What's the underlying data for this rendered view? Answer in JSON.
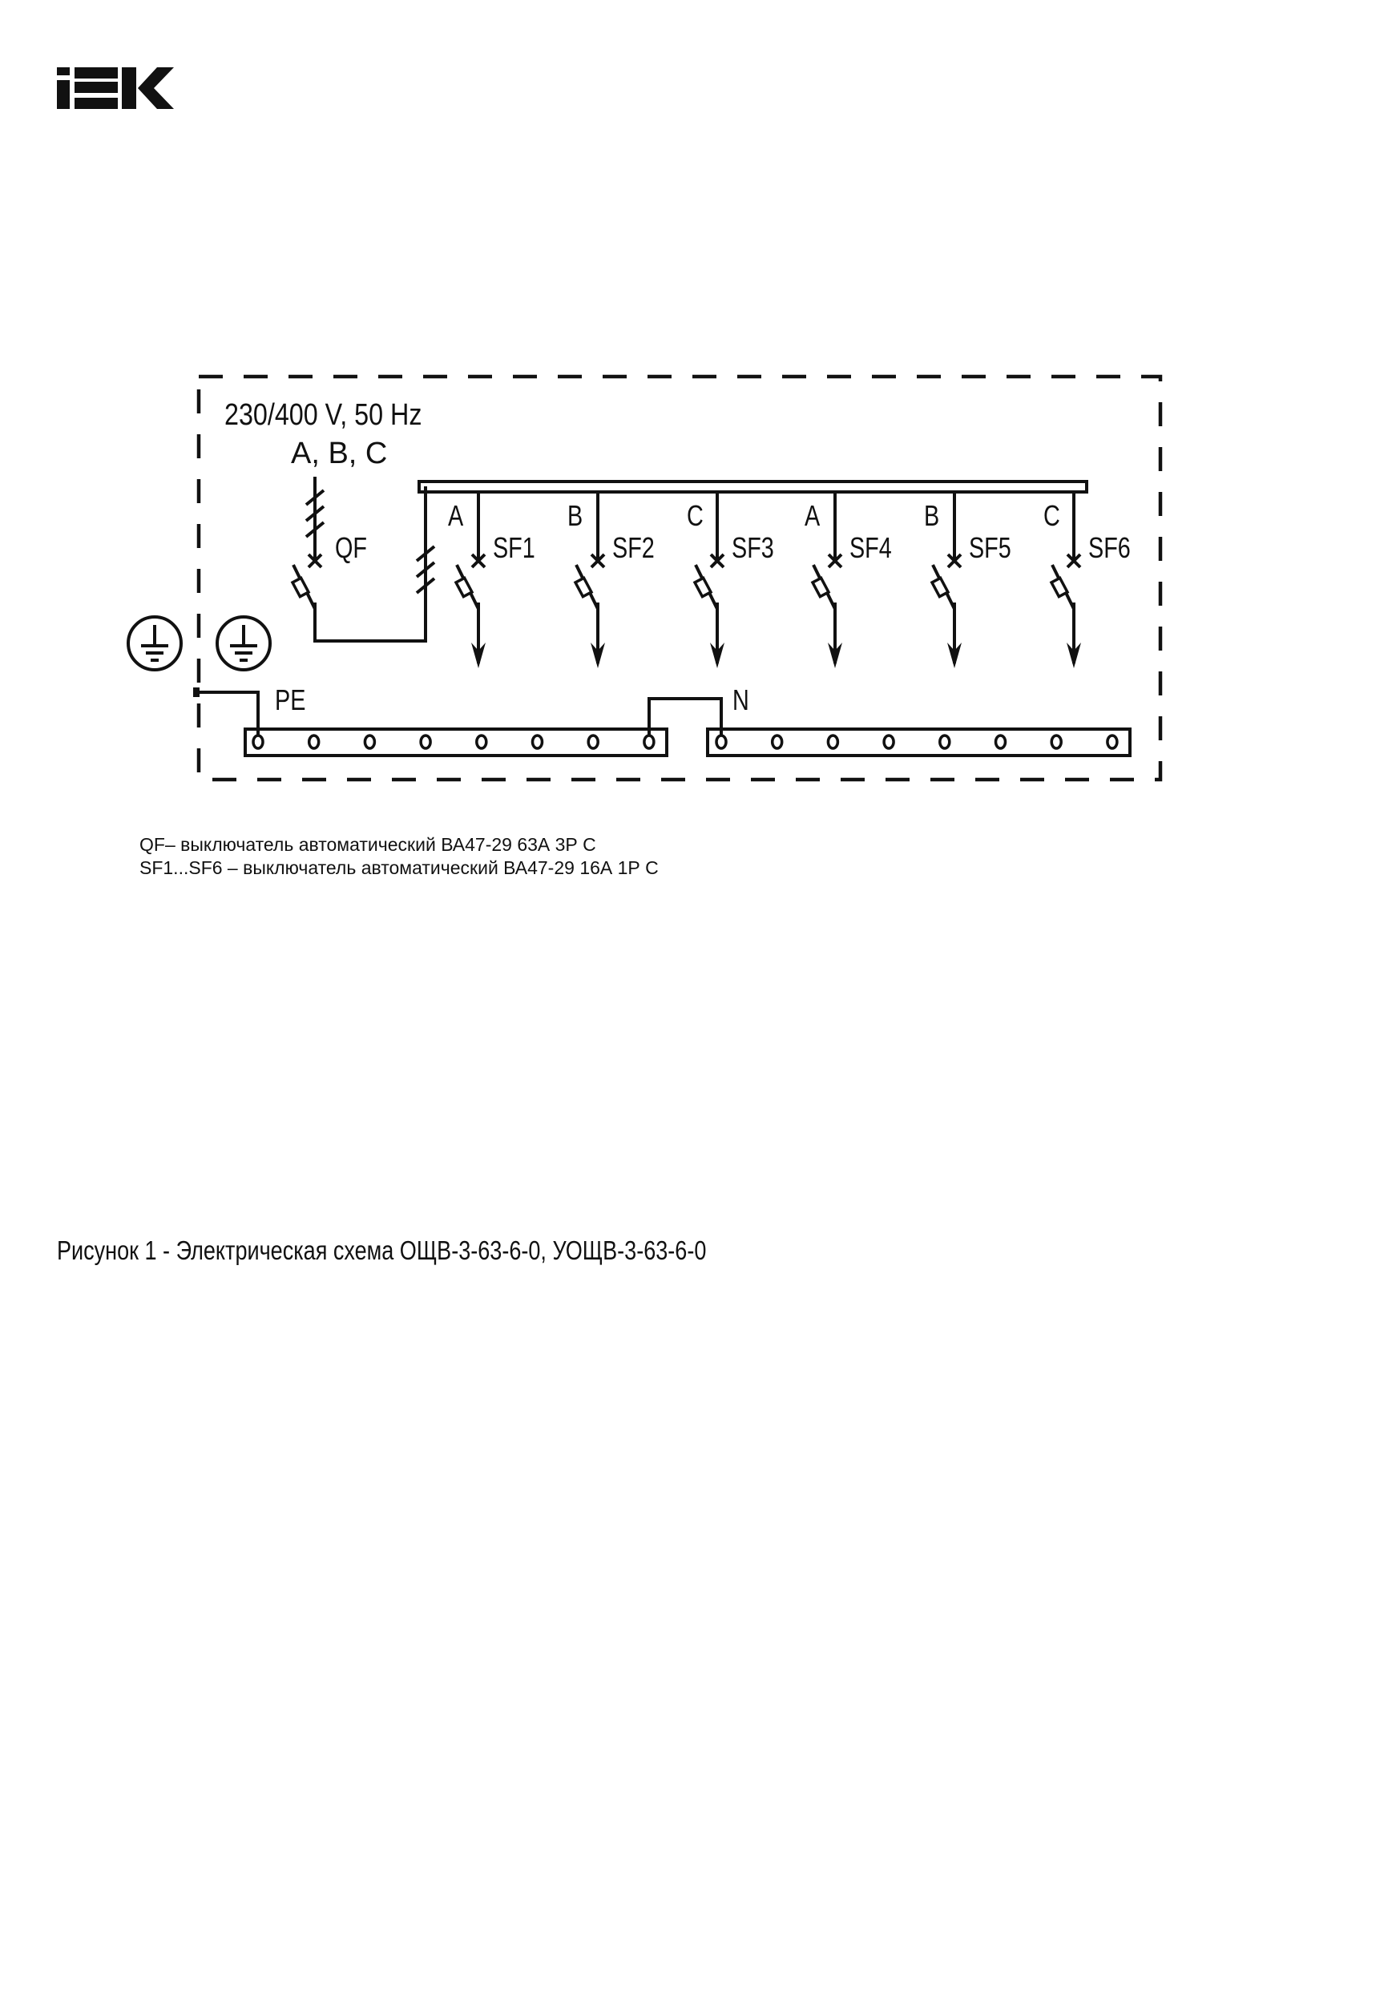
{
  "logo": {
    "text": "IEK"
  },
  "diagram": {
    "supply_label": "230/400 V, 50 Hz",
    "phases_label": "A, B, C",
    "main_breaker": "QF",
    "branches": [
      {
        "phase": "A",
        "label": "SF1"
      },
      {
        "phase": "B",
        "label": "SF2"
      },
      {
        "phase": "C",
        "label": "SF3"
      },
      {
        "phase": "A",
        "label": "SF4"
      },
      {
        "phase": "B",
        "label": "SF5"
      },
      {
        "phase": "C",
        "label": "SF6"
      }
    ],
    "pe_label": "PE",
    "n_label": "N"
  },
  "legend": [
    "QF– выключатель автоматический ВА47-29 63А 3Р С",
    "SF1...SF6 – выключатель автоматический ВА47-29 16А 1Р С"
  ],
  "caption": "Рисунок 1 - Электрическая схема ОЩВ-3-63-6-0, УОЩВ-3-63-6-0"
}
